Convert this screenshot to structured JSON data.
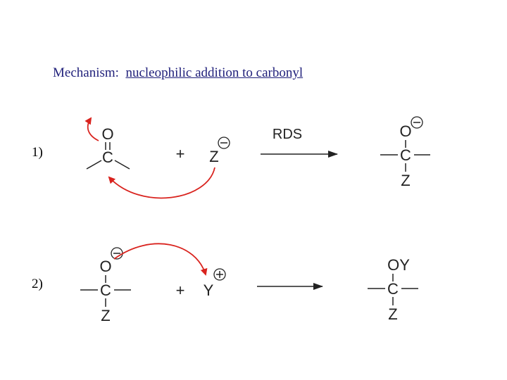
{
  "title": {
    "label": "Mechanism:",
    "topic": "nucleophilic addition to carbonyl"
  },
  "steps": [
    {
      "number": "1)",
      "reactant": {
        "top": "O",
        "center": "C"
      },
      "plus": "+",
      "nucleophile": {
        "atom": "Z",
        "charge": "–"
      },
      "arrow_label": "RDS",
      "product": {
        "top": "O",
        "top_charge": "–",
        "center": "C",
        "bottom": "Z"
      }
    },
    {
      "number": "2)",
      "reactant": {
        "top": "O",
        "top_charge": "–",
        "center": "C",
        "bottom": "Z"
      },
      "plus": "+",
      "electrophile": {
        "atom": "Y",
        "charge": "+"
      },
      "product": {
        "top": "OY",
        "center": "C",
        "bottom": "Z"
      }
    }
  ],
  "colors": {
    "title": "#1f1f7a",
    "curved_arrow": "#d9231e",
    "structure": "#222222"
  }
}
